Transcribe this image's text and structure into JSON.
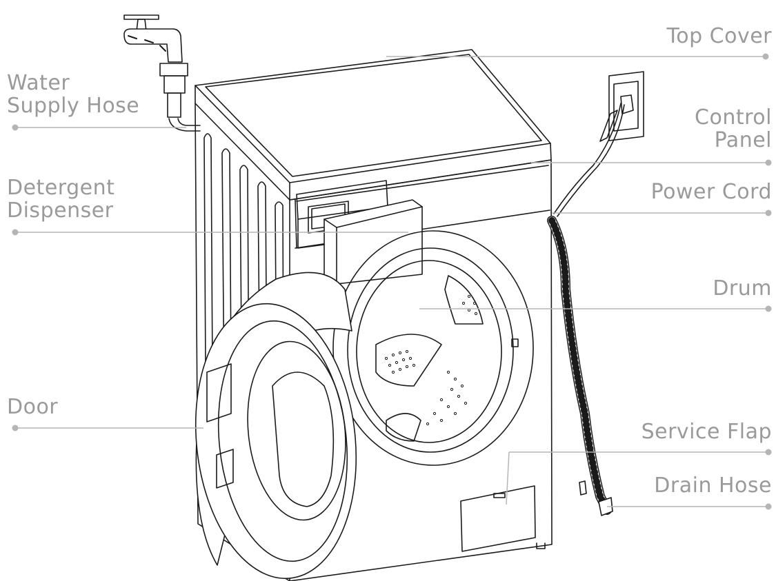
{
  "colors": {
    "line": "#1a1a1a",
    "leader": "#b5b5b5",
    "text": "#9a9a9a",
    "background": "#ffffff"
  },
  "labels": {
    "top_cover": "Top Cover",
    "water_supply_hose": [
      "Water",
      "Supply Hose"
    ],
    "control_panel": [
      "Control",
      "Panel"
    ],
    "detergent_dispenser": [
      "Detergent",
      "Dispenser"
    ],
    "power_cord": "Power Cord",
    "drum": "Drum",
    "door": "Door",
    "service_flap": "Service Flap",
    "drain_hose": "Drain Hose"
  }
}
